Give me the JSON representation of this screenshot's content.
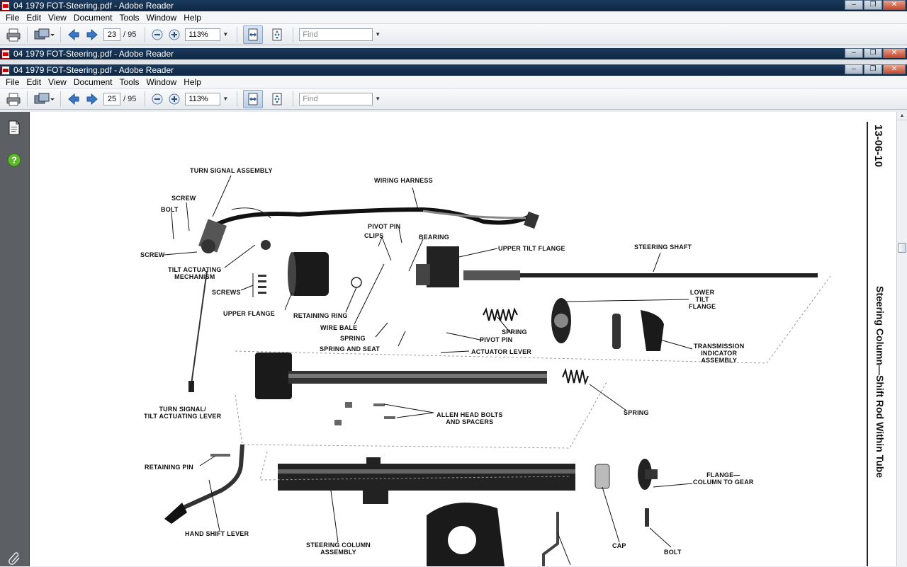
{
  "window1": {
    "title": "04 1979 FOT-Steering.pdf - Adobe Reader",
    "menu": [
      "File",
      "Edit",
      "View",
      "Document",
      "Tools",
      "Window",
      "Help"
    ],
    "page_current": "23",
    "page_total": "/ 95",
    "zoom": "113%",
    "find_placeholder": "Find"
  },
  "window2": {
    "title": "04 1979 FOT-Steering.pdf - Adobe Reader"
  },
  "window3": {
    "title": "04 1979 FOT-Steering.pdf - Adobe Reader",
    "menu": [
      "File",
      "Edit",
      "View",
      "Document",
      "Tools",
      "Window",
      "Help"
    ],
    "page_current": "25",
    "page_total": "/ 95",
    "zoom": "113%",
    "find_placeholder": "Find"
  },
  "window_buttons": {
    "minimize": "–",
    "restore": "❐",
    "close": "✕"
  },
  "document": {
    "page_number": "13-06-10",
    "side_title": "Steering Column—Shift Rod Within Tube",
    "labels": {
      "turn_signal_assembly": "TURN SIGNAL ASSEMBLY",
      "wiring_harness": "WIRING HARNESS",
      "screw_top": "SCREW",
      "bolt_top": "BOLT",
      "screw_left": "SCREW",
      "tilt_actuating_mechanism": "TILT ACTUATING\nMECHANISM",
      "screws": "SCREWS",
      "upper_flange": "UPPER FLANGE",
      "retaining_ring": "RETAINING RING",
      "wire_bale": "WIRE BALE",
      "spring_mid": "SPRING",
      "spring_and_seat": "SPRING AND SEAT",
      "pivot_pin_top": "PIVOT PIN",
      "clips": "CLIPS",
      "bearing": "BEARING",
      "upper_tilt_flange": "UPPER TILT FLANGE",
      "steering_shaft": "STEERING SHAFT",
      "lower_tilt_flange": "LOWER\nTILT\nFLANGE",
      "spring_right": "SPRING",
      "pivot_pin_bottom": "PIVOT PIN",
      "actuator_lever": "ACTUATOR LEVER",
      "transmission_indicator_assembly": "TRANSMISSION\nINDICATOR\nASSEMBLY",
      "spring_tube": "SPRING",
      "allen_head_bolts": "ALLEN HEAD BOLTS\nAND SPACERS",
      "turn_signal_lever": "TURN SIGNAL/\nTILT ACTUATING LEVER",
      "retaining_pin": "RETAINING PIN",
      "hand_shift_lever": "HAND SHIFT LEVER",
      "steering_column_assembly": "STEERING COLUMN\nASSEMBLY",
      "cap": "CAP",
      "bolt_bottom": "BOLT",
      "flange_column_to_gear": "FLANGE—\nCOLUMN TO GEAR"
    }
  }
}
